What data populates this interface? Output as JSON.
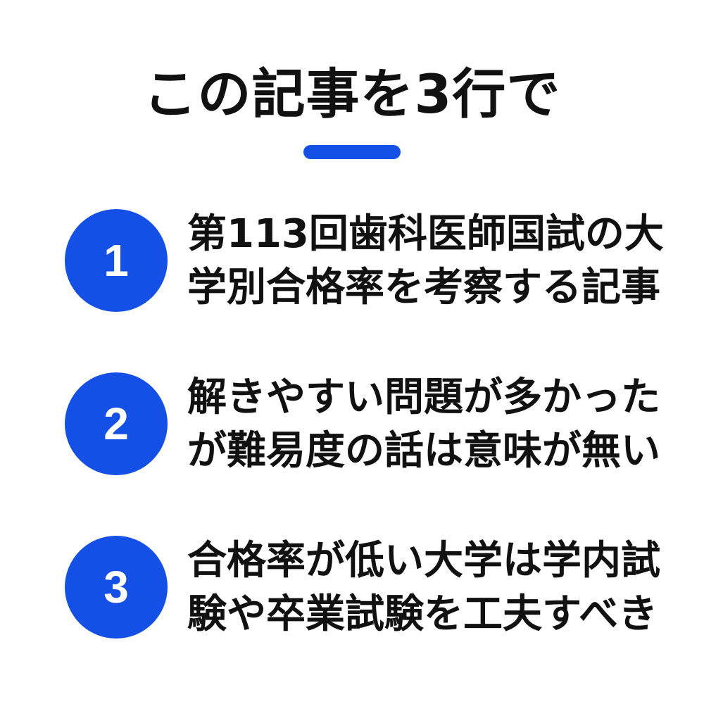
{
  "header": {
    "title": "この記事を3行で"
  },
  "colors": {
    "accent": "#1450E6",
    "text": "#111111",
    "background": "#FFFFFF"
  },
  "items": [
    {
      "number": "1",
      "lines": [
        "第113回歯科医師国試の大",
        "学別合格率を考察する記事"
      ]
    },
    {
      "number": "2",
      "lines": [
        "解きやすい問題が多かった",
        "が難易度の話は意味が無い"
      ]
    },
    {
      "number": "3",
      "lines": [
        "合格率が低い大学は学内試",
        "験や卒業試験を工夫すべき"
      ]
    }
  ]
}
